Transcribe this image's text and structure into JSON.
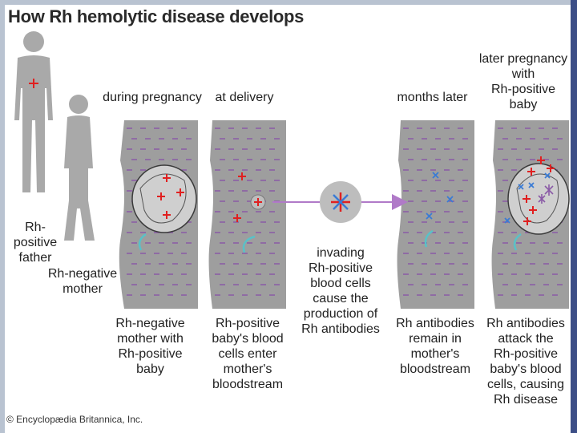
{
  "title": "How Rh hemolytic disease develops",
  "copyright": "© Encyclopædia Britannica, Inc.",
  "colors": {
    "figure": "#a9a9a9",
    "torso": "#9e9e9e",
    "dash": "#8a5aa6",
    "red": "#e02020",
    "blue": "#3a7bd5",
    "arrow": "#b07ac8"
  },
  "people": {
    "father": "Rh-positive\nfather",
    "mother": "Rh-negative\nmother"
  },
  "stages": {
    "during_pregnancy": "during pregnancy",
    "at_delivery": "at delivery",
    "months_later": "months later",
    "later_pregnancy": "later pregnancy\nwith\nRh-positive baby"
  },
  "captions": {
    "stage1": "Rh-negative\nmother with\nRh-positive\nbaby",
    "stage2": "Rh-positive\nbaby's blood\ncells enter\nmother's\nbloodstream",
    "middle": "invading\nRh-positive\nblood cells\ncause the\nproduction of\nRh antibodies",
    "stage3": "Rh antibodies\nremain in\nmother's\nbloodstream",
    "stage4": "Rh antibodies\nattack the\nRh-positive\nbaby's blood\ncells, causing\nRh disease"
  }
}
